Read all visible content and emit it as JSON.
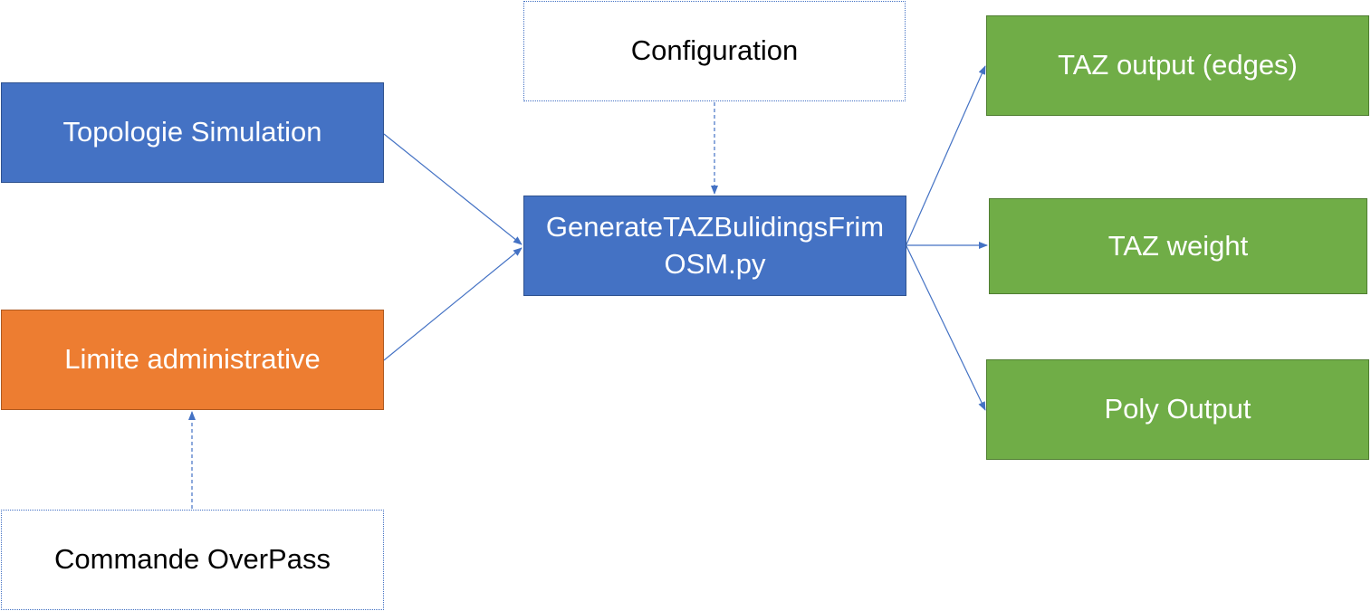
{
  "nodes": {
    "topologie": "Topologie Simulation",
    "limite": "Limite administrative",
    "commande": "Commande OverPass",
    "config": "Configuration",
    "script": "GenerateTAZBulidingsFrimOSM.py",
    "taz_edges": "TAZ output (edges)",
    "taz_weight": "TAZ weight",
    "poly": "Poly Output"
  },
  "colors": {
    "process_blue": "#4472c4",
    "admin_orange": "#ed7d31",
    "output_green": "#70ad47",
    "connector_blue": "#4472c4"
  }
}
